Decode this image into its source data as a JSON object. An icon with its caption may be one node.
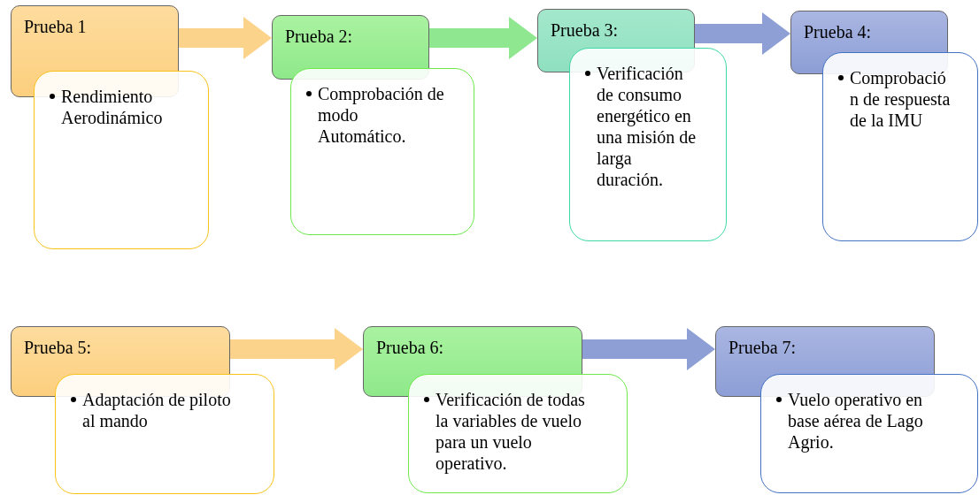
{
  "diagram": {
    "nodes": [
      {
        "text": [
          "Prueba 1"
        ]
      },
      {
        "text": [
          "Rendimiento Aerodinámico"
        ]
      },
      {
        "text": [
          "Prueba 2:"
        ]
      },
      {
        "text": [
          "Comprobación de modo Automático."
        ]
      },
      {
        "text": [
          "Prueba 3:"
        ]
      },
      {
        "text": [
          "Verificación de consumo energético en una misión de larga duración."
        ]
      },
      {
        "text": [
          "Prueba 4:"
        ]
      },
      {
        "text": [
          "Comprobación de respuesta de la IMU"
        ]
      },
      {
        "text": [
          "Prueba 5:"
        ]
      },
      {
        "text": [
          "Adaptación de piloto al mando"
        ]
      },
      {
        "text": [
          "Prueba 6:"
        ]
      },
      {
        "text": [
          "Verificación de todas la variables de vuelo para un vuelo operativo."
        ]
      },
      {
        "text": [
          "Prueba 7:"
        ]
      },
      {
        "text": [
          "Vuelo operativo en base aérea de Lago Agrio."
        ]
      }
    ],
    "edges": [
      {
        "from": 0,
        "to": 2,
        "arrow": "to",
        "color": "#fcd38a"
      },
      {
        "from": 2,
        "to": 4,
        "arrow": "to",
        "color": "#8fe88f"
      },
      {
        "from": 4,
        "to": 6,
        "arrow": "to",
        "color": "#8e9fd6"
      },
      {
        "from": 8,
        "to": 10,
        "arrow": "to",
        "color": "#fcd38a"
      },
      {
        "from": 10,
        "to": 12,
        "arrow": "to",
        "color": "#8e9fd6"
      }
    ]
  }
}
